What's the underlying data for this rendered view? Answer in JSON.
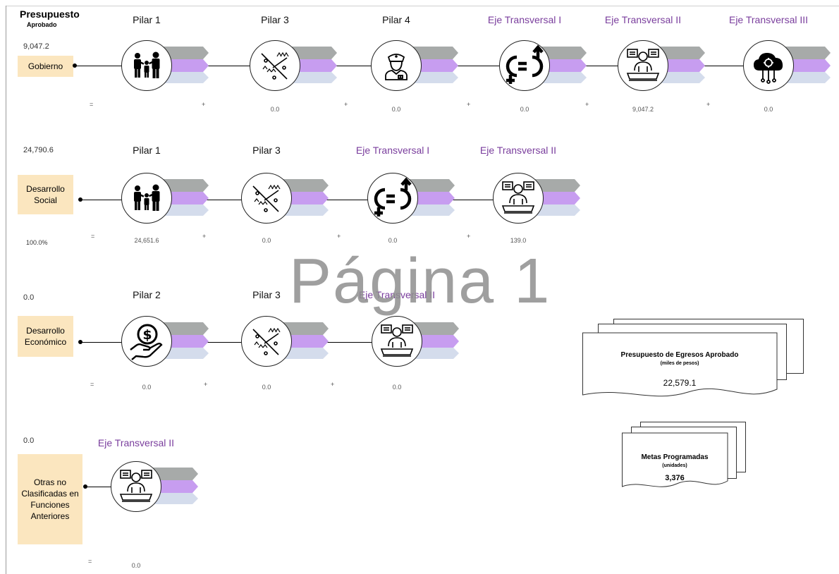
{
  "header": {
    "title": "Presupuesto",
    "subtitle": "Aprobado"
  },
  "watermark": "Página 1",
  "functions": [
    {
      "key": "gobierno",
      "label": "Gobierno",
      "budget": "9,047.2",
      "percent": "",
      "prefix_op": "=",
      "nodes": [
        {
          "label": "Pilar 1",
          "kind": "pilar",
          "icon": "family-icon",
          "value": ""
        },
        {
          "label": "Pilar 3",
          "kind": "pilar",
          "icon": "territory-icon",
          "value": "0.0"
        },
        {
          "label": "Pilar 4",
          "kind": "pilar",
          "icon": "police-icon",
          "value": "0.0"
        },
        {
          "label": "Eje Transversal I",
          "kind": "eje",
          "icon": "gender-equality-icon",
          "value": "0.0"
        },
        {
          "label": "Eje Transversal II",
          "kind": "eje",
          "icon": "governance-icon",
          "value": "9,047.2"
        },
        {
          "label": "Eje Transversal III",
          "kind": "eje",
          "icon": "cloud-tech-icon",
          "value": "0.0"
        }
      ]
    },
    {
      "key": "desarrollo_social",
      "label": "Desarrollo Social",
      "budget": "24,790.6",
      "percent": "100.0%",
      "prefix_op": "=",
      "nodes": [
        {
          "label": "Pilar 1",
          "kind": "pilar",
          "icon": "family-icon",
          "value": "24,651.6"
        },
        {
          "label": "Pilar 3",
          "kind": "pilar",
          "icon": "territory-icon",
          "value": "0.0"
        },
        {
          "label": "Eje Transversal I",
          "kind": "eje",
          "icon": "gender-equality-icon",
          "value": "0.0"
        },
        {
          "label": "Eje Transversal II",
          "kind": "eje",
          "icon": "governance-icon",
          "value": "139.0"
        }
      ]
    },
    {
      "key": "desarrollo_economico",
      "label": "Desarrollo Económico",
      "budget": "0.0",
      "percent": "",
      "prefix_op": "=",
      "nodes": [
        {
          "label": "Pilar 2",
          "kind": "pilar",
          "icon": "money-hand-icon",
          "value": "0.0"
        },
        {
          "label": "Pilar 3",
          "kind": "pilar",
          "icon": "territory-icon",
          "value": "0.0"
        },
        {
          "label": "Eje Transversal II",
          "kind": "eje",
          "icon": "governance-icon",
          "value": "0.0"
        }
      ]
    },
    {
      "key": "otras",
      "label": "Otras no Clasificadas en Funciones Anteriores",
      "budget": "0.0",
      "percent": "",
      "prefix_op": "=",
      "nodes": [
        {
          "label": "Eje Transversal II",
          "kind": "eje",
          "icon": "governance-icon",
          "value": "0.0"
        }
      ]
    }
  ],
  "summary": {
    "budget_title": "Presupuesto de Egresos Aprobado",
    "budget_units": "(miles de pesos)",
    "budget_value": "22,579.1",
    "goals_title": "Metas Programadas",
    "goals_units": "(unidades)",
    "goals_value": "3,376"
  },
  "colors": {
    "pilar": "#111111",
    "eje": "#7a3e9d",
    "ribbon_gray": "#a7aaa9",
    "ribbon_purple": "#c79df0",
    "ribbon_blue": "#d4dcec",
    "function_box": "#fbe6bf"
  }
}
